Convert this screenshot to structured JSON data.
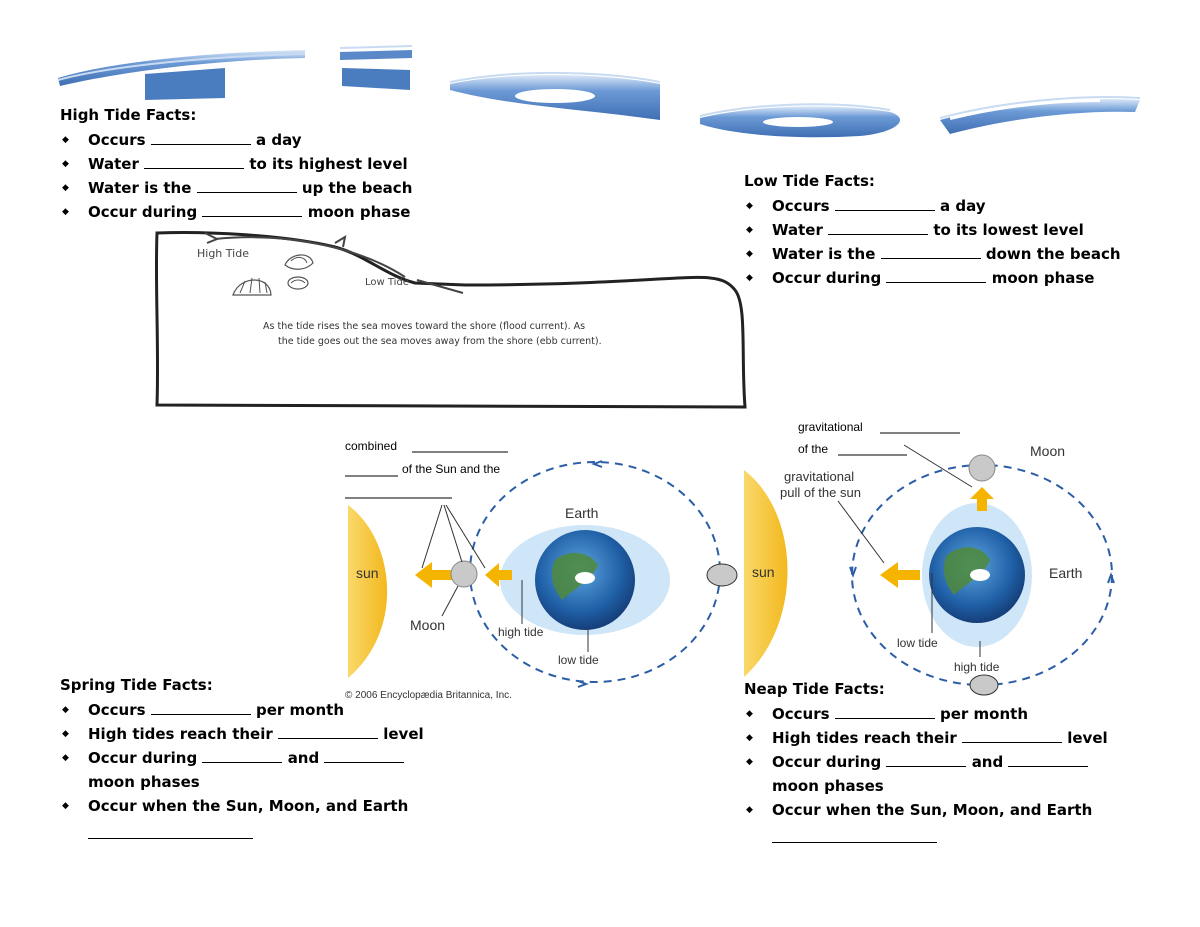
{
  "title": {
    "text": "TIDES"
  },
  "high_tide": {
    "title": "High Tide Facts:",
    "items": [
      {
        "before": "Occurs",
        "after": "a day"
      },
      {
        "before": "Water",
        "after": "to its highest level"
      },
      {
        "before": "Water is the",
        "after": "up the beach"
      },
      {
        "before": "Occur during",
        "after": "moon phase"
      }
    ]
  },
  "low_tide": {
    "title": "Low Tide Facts:",
    "items": [
      {
        "before": "Occurs",
        "after": "a day"
      },
      {
        "before": "Water",
        "after": "to its lowest level"
      },
      {
        "before": "Water is the",
        "after": "down the beach"
      },
      {
        "before": "Occur during",
        "after": "moon phase"
      }
    ]
  },
  "beach_sketch": {
    "high_tide_label": "High Tide",
    "low_tide_label": "Low Tide",
    "caption_line1": "As the tide rises the sea moves toward the shore (flood current). As",
    "caption_line2": "the tide goes out the sea moves away from the shore (ebb current)."
  },
  "spring_diagram": {
    "annotation_line1": "combined",
    "annotation_line2": "of the Sun and the",
    "sun": "sun",
    "moon": "Moon",
    "earth": "Earth",
    "high_tide": "high tide",
    "low_tide": "low tide",
    "copyright": "© 2006 Encyclopædia Britannica, Inc."
  },
  "neap_diagram": {
    "annotation_line1": "gravitational",
    "annotation_line2": "of the",
    "sun": "sun",
    "moon": "Moon",
    "earth": "Earth",
    "grav_pull_line1": "gravitational",
    "grav_pull_line2": "pull of the sun",
    "low_tide": "low tide",
    "high_tide": "high tide"
  },
  "spring_tide": {
    "title": "Spring Tide Facts:",
    "item1_before": "Occurs",
    "item1_after": "per month",
    "item2_before": "High tides reach their",
    "item2_after": "level",
    "item3_before": "Occur during",
    "item3_mid": "and",
    "item3_cont": "moon phases",
    "item4_text": "Occur when the Sun, Moon, and Earth"
  },
  "neap_tide": {
    "title": "Neap Tide Facts:",
    "item1_before": "Occurs",
    "item1_after": "per month",
    "item2_before": "High tides reach their",
    "item2_after": "level",
    "item3_before": "Occur during",
    "item3_mid": "and",
    "item3_cont": "moon phases",
    "item4_text": "Occur when the Sun, Moon, and Earth"
  },
  "colors": {
    "title_blue": "#4a7cc0",
    "title_light": "#a8c4e8",
    "sun_yellow": "#f6c338",
    "arrow_yellow": "#f5b400",
    "orbit_blue": "#2b5ea7"
  }
}
